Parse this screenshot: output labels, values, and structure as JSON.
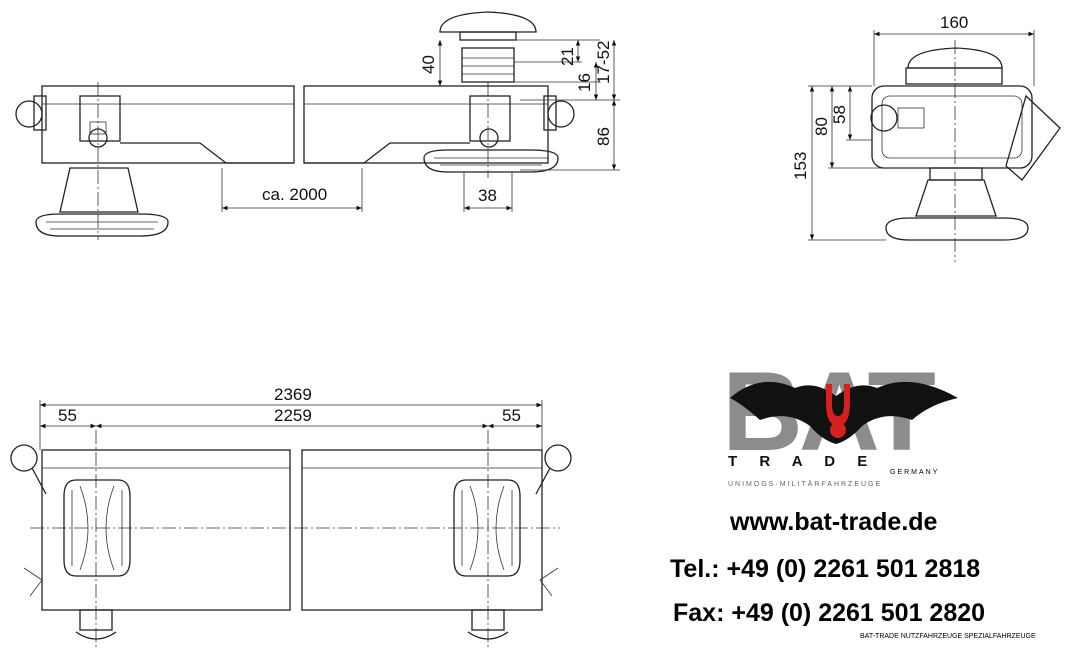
{
  "drawing": {
    "top_view": {
      "dim_40": "40",
      "dim_21": "21",
      "dim_16": "16",
      "dim_17_52": "17-52",
      "dim_86": "86",
      "dim_width": "ca. 2000",
      "dim_38": "38"
    },
    "side_view": {
      "dim_160": "160",
      "dim_58": "58",
      "dim_80": "80",
      "dim_153": "153"
    },
    "plan_view": {
      "dim_total": "2369",
      "dim_inner": "2259",
      "dim_left": "55",
      "dim_right": "55"
    }
  },
  "brand": {
    "logo_letters": "BAT",
    "logo_word": "T R A D E",
    "logo_country": "GERMANY",
    "logo_tagline": "UNIMOGS·MILITÄRFAHRZEUGE",
    "website": "www.bat-trade.de",
    "phone": "Tel.: +49 (0) 2261 501 2818",
    "fax": "Fax: +49 (0) 2261 501 2820",
    "footer": "BAT-TRADE  NUTZFAHRZEUGE  SPEZIALFAHRZEUGE"
  }
}
